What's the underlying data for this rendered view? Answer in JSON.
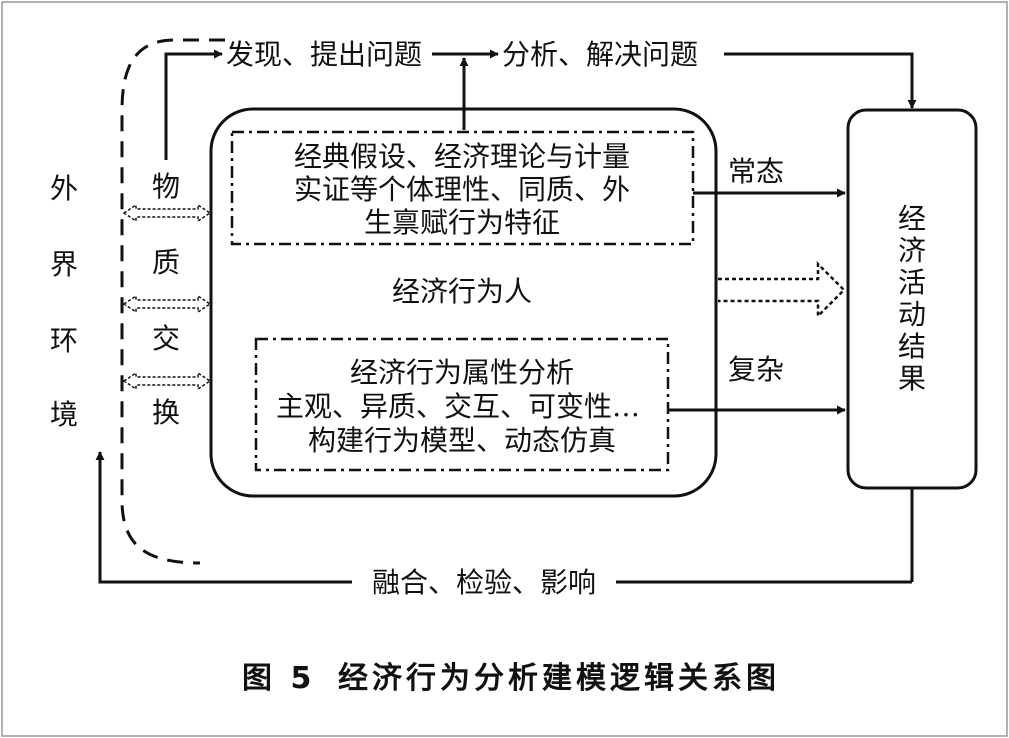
{
  "diagram": {
    "top_left_label": "发现、提出问题",
    "top_right_label": "分析、解决问题",
    "left_vertical": [
      "外",
      "界",
      "环",
      "境"
    ],
    "exchange_vertical": [
      "物",
      "质",
      "交",
      "换"
    ],
    "inner_top_lines": [
      "经典假设、经济理论与计量",
      "实证等个体理性、同质、外",
      "生禀赋行为特征"
    ],
    "center_label": "经济行为人",
    "inner_bottom_lines": [
      "经济行为属性分析",
      "主观、异质、交互、可变性…",
      "构建行为模型、动态仿真"
    ],
    "normal_label": "常态",
    "complex_label": "复杂",
    "right_box_vertical": [
      "经",
      "济",
      "活",
      "动",
      "结",
      "果"
    ],
    "bottom_label": "融合、检验、影响"
  },
  "caption": {
    "figure_no": "图 5",
    "title": "经济行为分析建模逻辑关系图"
  },
  "colors": {
    "ink": "#111111",
    "background": "#ffffff"
  }
}
